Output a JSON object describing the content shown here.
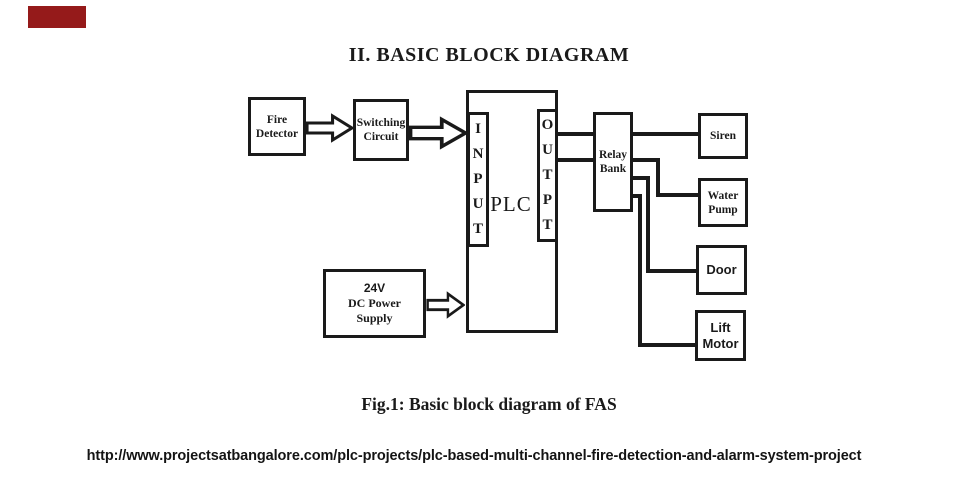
{
  "page": {
    "heading": "II. BASIC BLOCK DIAGRAM",
    "caption": "Fig.1: Basic block diagram of FAS",
    "source_url": "http://www.projectsatbangalore.com/plc-projects/plc-based-multi-channel-fire-detection-and-alarm-system-project",
    "background_color": "#ffffff",
    "ink_color": "#1a1a1a",
    "marker_color": "#951a1a"
  },
  "diagram": {
    "type": "block-diagram",
    "blocks": {
      "fire_detector": {
        "lines": [
          "Fire",
          "Detector"
        ]
      },
      "switching_circuit": {
        "lines": [
          "Switching",
          "Circuit"
        ]
      },
      "plc": {
        "label": "PLC",
        "input_port_letters": [
          "I",
          "N",
          "P",
          "U",
          "T"
        ],
        "output_port_letters": [
          "O",
          "U",
          "T",
          "P",
          "T"
        ]
      },
      "dc_power_supply": {
        "lines": [
          "24V",
          "DC Power",
          "Supply"
        ]
      },
      "relay_bank": {
        "lines": [
          "Relay",
          "Bank"
        ]
      },
      "siren": {
        "lines": [
          "Siren"
        ]
      },
      "water_pump": {
        "lines": [
          "Water",
          "Pump"
        ]
      },
      "door": {
        "lines": [
          "Door"
        ]
      },
      "lift_motor": {
        "lines": [
          "Lift",
          "Motor"
        ]
      }
    },
    "connections": [
      "Fire Detector -> Switching Circuit",
      "Switching Circuit -> PLC INPUT",
      "24V DC Power Supply -> PLC",
      "PLC OUTPT -> Relay Bank (two lines)",
      "Relay Bank -> Siren",
      "Relay Bank -> Water Pump",
      "Relay Bank -> Door",
      "Relay Bank -> Lift Motor"
    ]
  }
}
